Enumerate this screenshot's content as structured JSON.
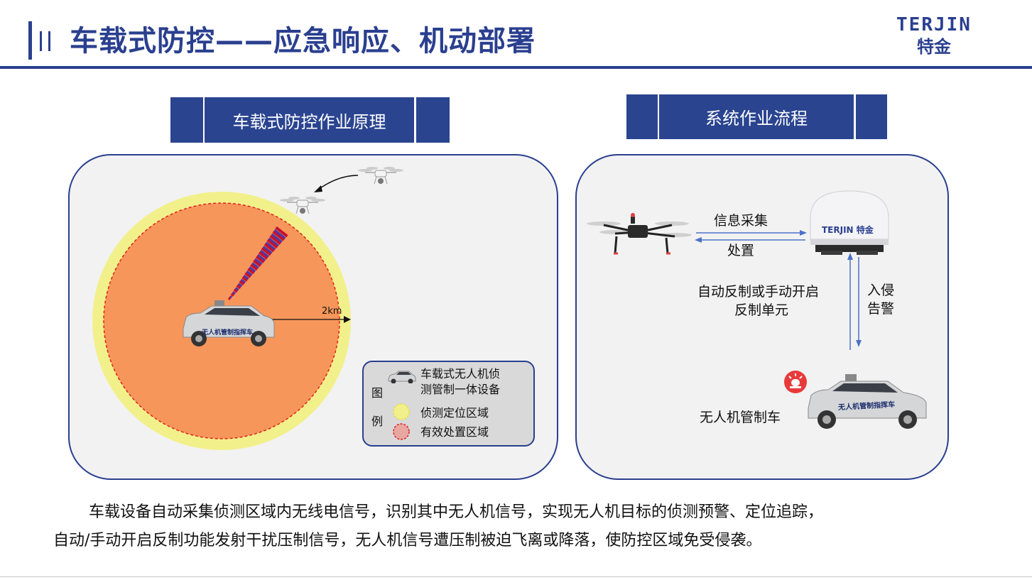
{
  "header": {
    "title": "车载式防控——应急响应、机动部署",
    "logo_en": "TERJIN",
    "logo_cn": "特金"
  },
  "left_section": {
    "tab_label": "车载式防控作业原理",
    "range_label": "2km",
    "vehicle_label": "无人机管制指挥车",
    "legend": {
      "title_top": "图",
      "title_bottom": "例",
      "items": [
        {
          "label_line1": "车载式无人机侦",
          "label_line2": "测管制一体设备"
        },
        {
          "label": "侦测定位区域"
        },
        {
          "label": "有效处置区域"
        }
      ]
    }
  },
  "right_section": {
    "tab_label": "系统作业流程",
    "collect_label": "信息采集",
    "dispose_label": "处置",
    "device_label": "TERJIN 特金",
    "counter_label_line1": "自动反制或手动开启",
    "counter_label_line2": "反制单元",
    "alert_label_line1": "入侵",
    "alert_label_line2": "告警",
    "vehicle_label": "无人机管制车",
    "vehicle_body_label": "无人机管制指挥车"
  },
  "description": {
    "line1": "车载设备自动采集侦测区域内无线电信号，识别其中无人机信号，实现无人机目标的侦测预警、定位追踪，",
    "line2": "自动/手动开启反制功能发射干扰压制信号，无人机信号遭压制被迫飞离或降落，使防控区域免受侵袭。"
  },
  "colors": {
    "brand_blue": "#2a3f8f",
    "tab_blue": "#2a4490",
    "detection_zone": "#f2f08a",
    "disposal_zone": "#f7965a",
    "disposal_border": "#e02020",
    "alarm_red": "#e83a3a"
  }
}
